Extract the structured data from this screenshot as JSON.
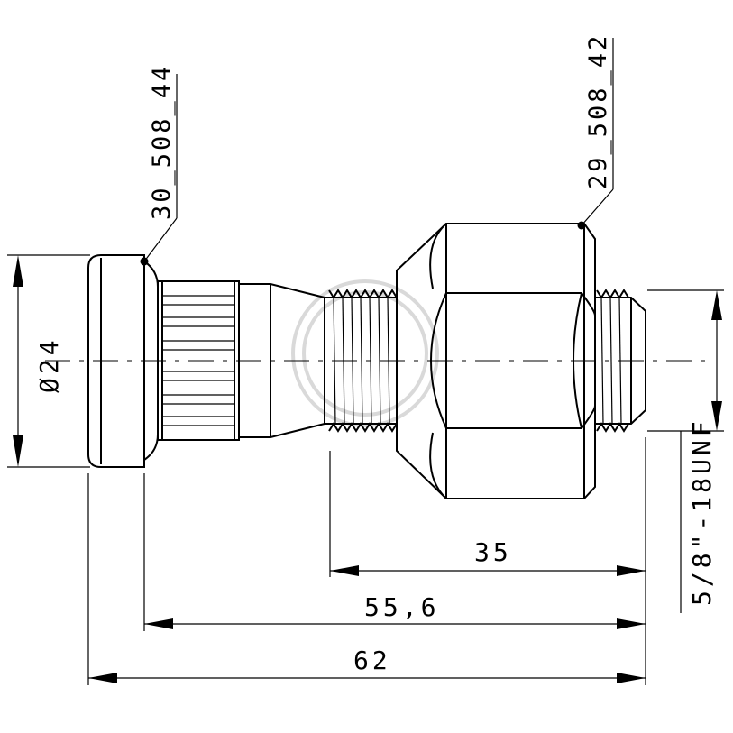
{
  "drawing": {
    "dimensions": {
      "overall_length": "62",
      "stud_length": "55,6",
      "thread_length": "35",
      "diameter": "Ø24",
      "thread_spec": "5/8\"-18UNF"
    },
    "callouts": {
      "left_part": "30_508_44",
      "right_part": "29_508_42"
    },
    "colors": {
      "line": "#000000",
      "watermark": "#d9d9d9"
    }
  }
}
